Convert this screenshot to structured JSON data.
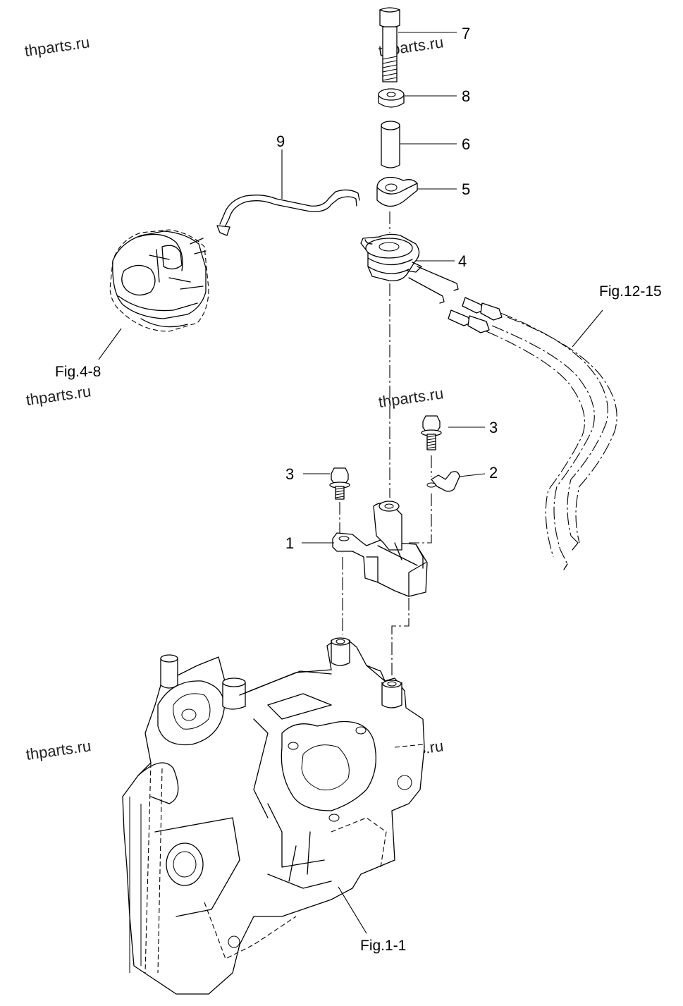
{
  "watermark": "thparts.ru",
  "callouts": {
    "c1": "1",
    "c2": "2",
    "c3a": "3",
    "c3b": "3",
    "c4": "4",
    "c5": "5",
    "c6": "6",
    "c7": "7",
    "c8": "8",
    "c9": "9"
  },
  "figure_refs": {
    "carburetor": "Fig.4-8",
    "cables": "Fig.12-15",
    "crankcase": "Fig.1-1"
  }
}
